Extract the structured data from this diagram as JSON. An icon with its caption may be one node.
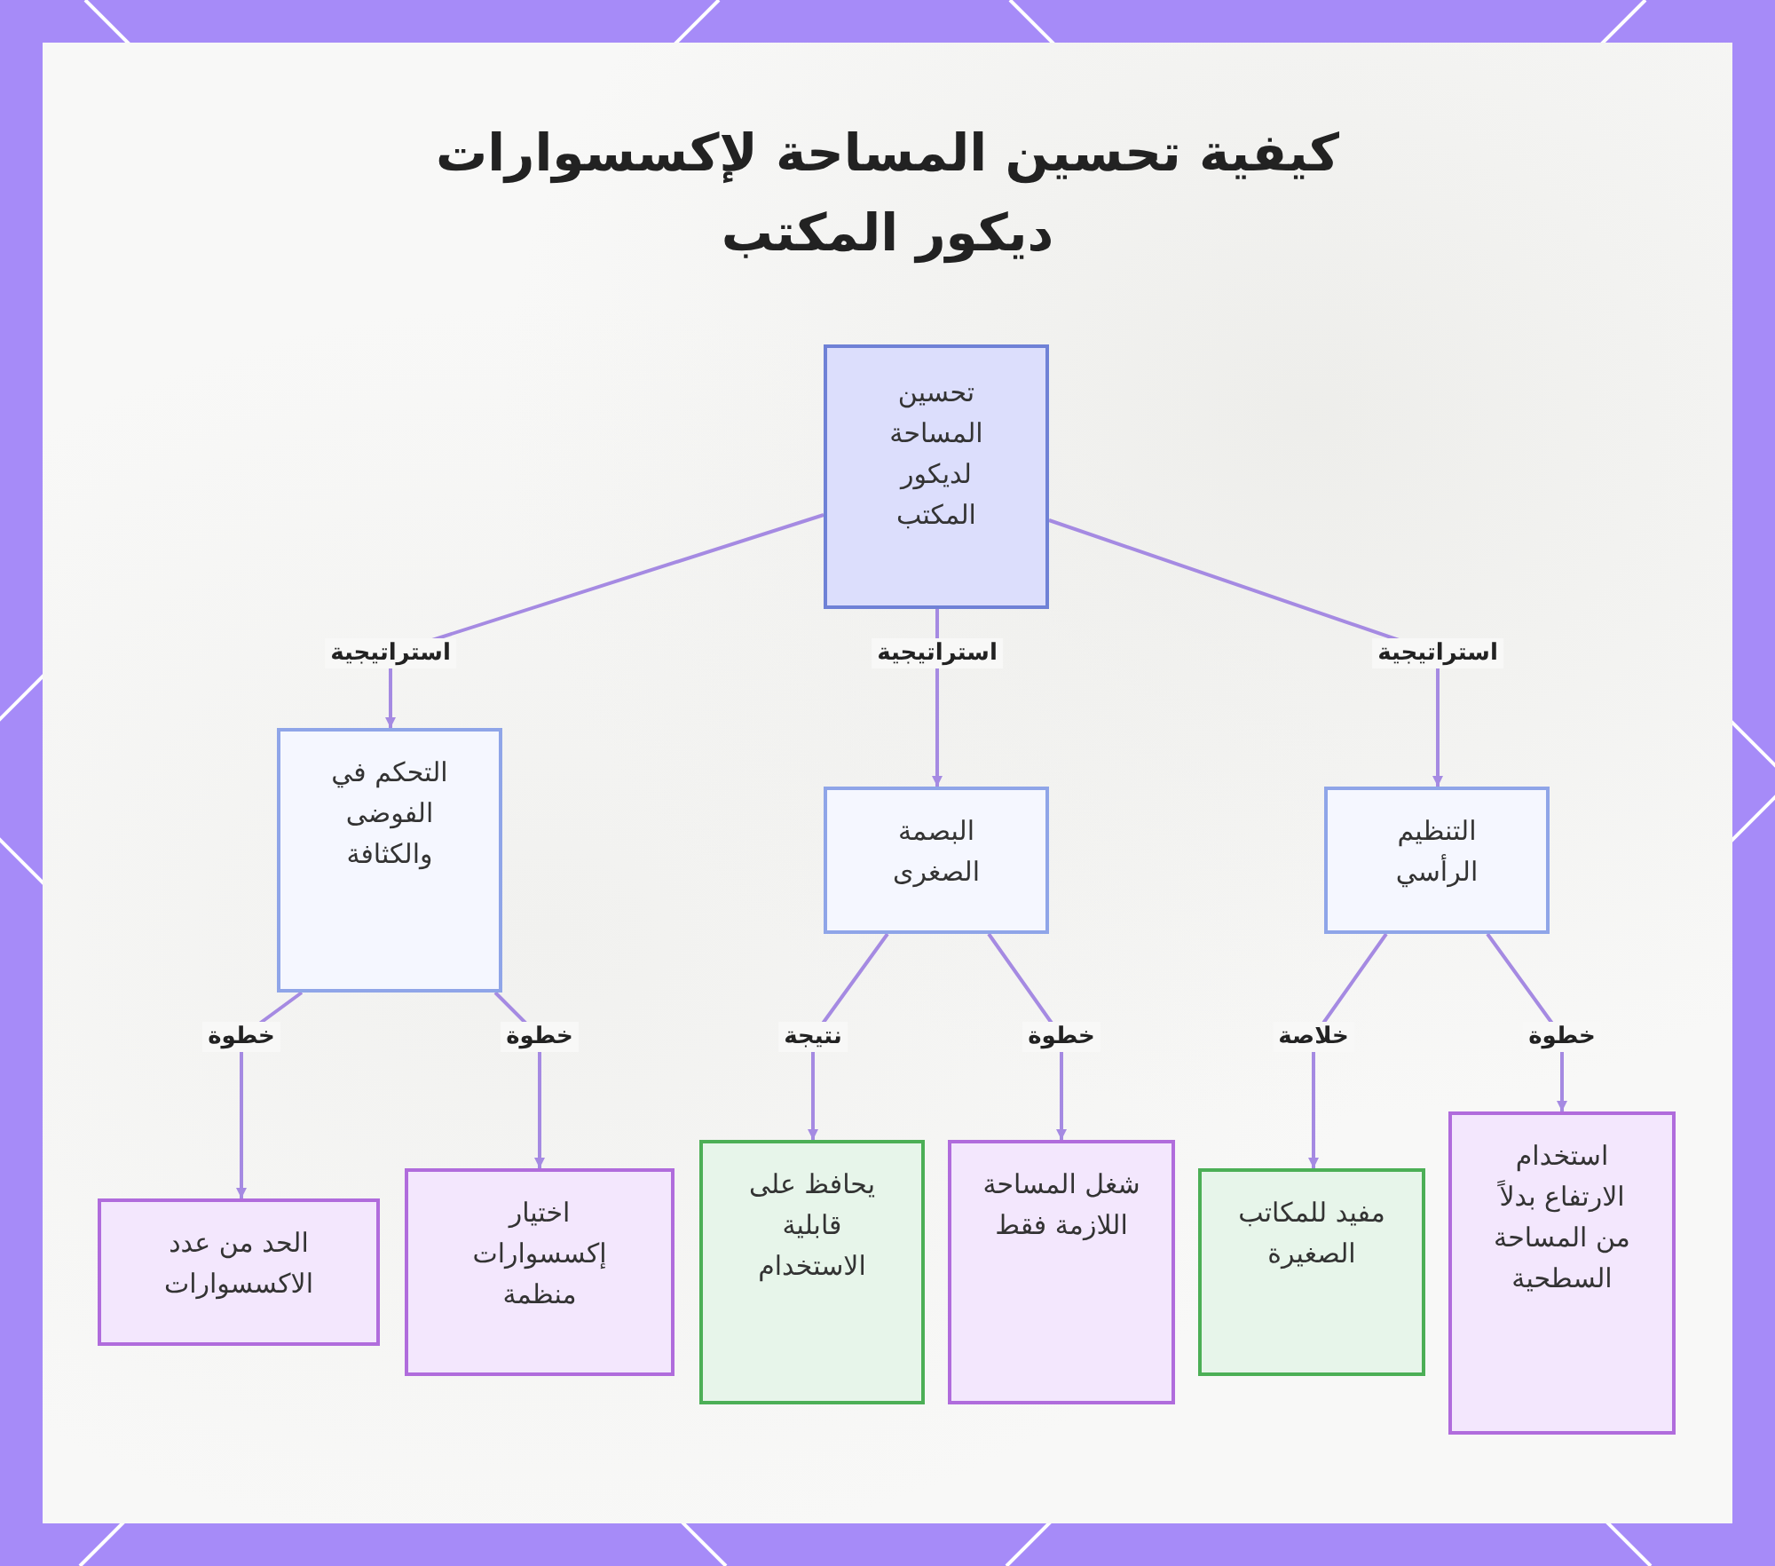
{
  "diagram": {
    "title": "كيفية تحسين المساحة لإكسسوارات ديكور المكتب",
    "nodes": [
      {
        "text": [
          "تحسين المساحة لديكور المكتب"
        ]
      },
      {
        "text": [
          "التحكم في الفوضى والكثافة"
        ]
      },
      {
        "text": [
          "البصمة الصغرى"
        ]
      },
      {
        "text": [
          "التنظيم الرأسي"
        ]
      },
      {
        "text": [
          "الحد من عدد الاكسسوارات"
        ]
      },
      {
        "text": [
          "اختيار إكسسوارات منظمة"
        ]
      },
      {
        "text": [
          "يحافظ على قابلية الاستخدام"
        ]
      },
      {
        "text": [
          "شغل المساحة اللازمة فقط"
        ]
      },
      {
        "text": [
          "مفيد للمكاتب الصغيرة"
        ]
      },
      {
        "text": [
          "استخدام الارتفاع بدلاً من المساحة السطحية"
        ]
      }
    ],
    "edges": [
      {
        "from": 0,
        "to": 1,
        "arrow": "to",
        "label": "استراتيجية"
      },
      {
        "from": 0,
        "to": 2,
        "arrow": "to",
        "label": "استراتيجية"
      },
      {
        "from": 0,
        "to": 3,
        "arrow": "to",
        "label": "استراتيجية"
      },
      {
        "from": 1,
        "to": 4,
        "arrow": "to",
        "label": "خطوة"
      },
      {
        "from": 1,
        "to": 5,
        "arrow": "to",
        "label": "خطوة"
      },
      {
        "from": 2,
        "to": 6,
        "arrow": "to",
        "label": "نتيجة"
      },
      {
        "from": 2,
        "to": 7,
        "arrow": "to",
        "label": "خطوة"
      },
      {
        "from": 3,
        "to": 8,
        "arrow": "to",
        "label": "خلاصة"
      },
      {
        "from": 3,
        "to": 9,
        "arrow": "to",
        "label": "خطوة"
      }
    ]
  }
}
